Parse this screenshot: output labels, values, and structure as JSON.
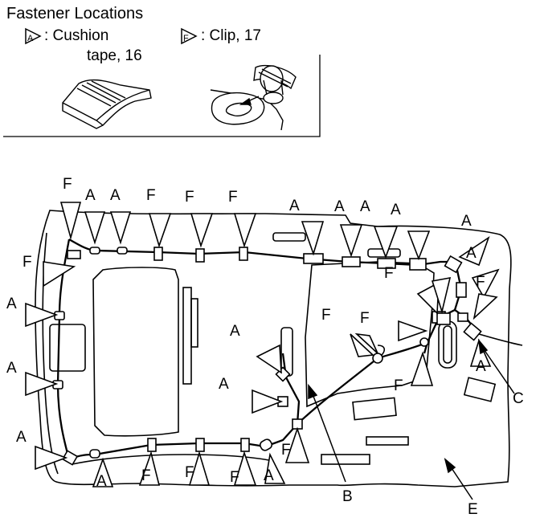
{
  "title": "Fastener Locations",
  "legend": {
    "cushion_text_1": ": Cushion",
    "cushion_text_2": "tape, 16",
    "clip_text": ": Clip, 17",
    "cushion_symbol": "A",
    "clip_symbol": "F"
  },
  "parts": {
    "b": "B",
    "c": "C",
    "e": "E"
  },
  "fastener_labels": {
    "a": "A",
    "f": "F"
  }
}
